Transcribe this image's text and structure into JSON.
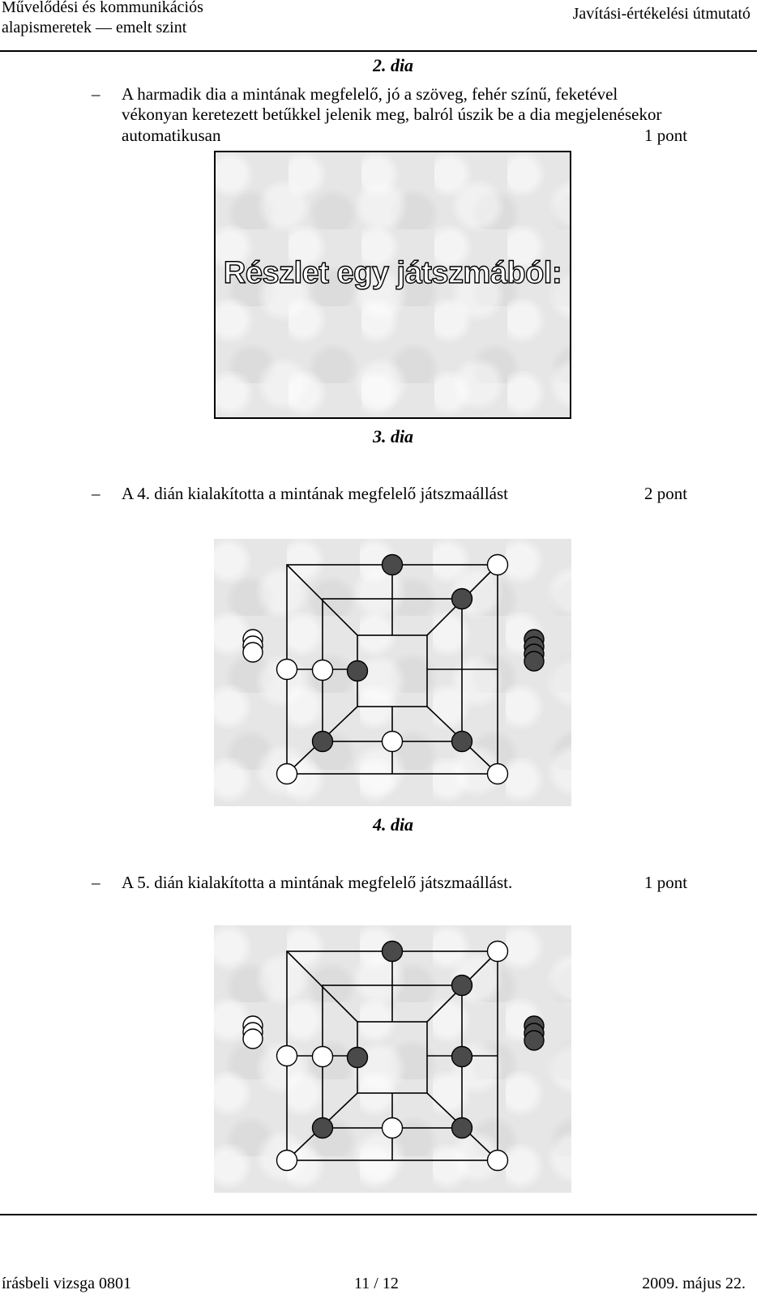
{
  "header": {
    "left_line1": "Művelődési és kommunikációs",
    "left_line2": "alapismeretek — emelt szint",
    "right": "Javítási-értékelési útmutató"
  },
  "captions": {
    "dia2": "2. dia",
    "dia3": "3. dia",
    "dia4": "4. dia"
  },
  "items": [
    {
      "dash": "–",
      "lines": [
        "A harmadik dia a mintának megfelelő, jó a szöveg, fehér színű, feketével",
        "vékonyan keretezett betűkkel jelenik meg, balról úszik be a dia megjelenésekor",
        "automatikusan"
      ],
      "points": "1 pont"
    },
    {
      "dash": "–",
      "text": "A 4. dián kialakította a mintának megfelelő játszmaállást",
      "points": "2 pont"
    },
    {
      "dash": "–",
      "text": "A 5. dián kialakította a mintának megfelelő játszmaállást.",
      "points": "1 pont"
    }
  ],
  "slide3": {
    "title": "Részlet egy játszmából:"
  },
  "colors": {
    "black_piece": "#4a4a4a",
    "white_piece": "#ffffff",
    "slide_bg": "#e6e6e6"
  },
  "boards": [
    {
      "name": "dia4",
      "pieces": [
        {
          "pos": "outer-top-mid",
          "color": "black"
        },
        {
          "pos": "outer-top-right",
          "color": "white"
        },
        {
          "pos": "mid-top-right",
          "color": "black"
        },
        {
          "pos": "outer-mid-left",
          "color": "white"
        },
        {
          "pos": "mid-mid-left",
          "color": "white"
        },
        {
          "pos": "inner-mid-left",
          "color": "black"
        },
        {
          "pos": "mid-bottom-left",
          "color": "black"
        },
        {
          "pos": "mid-bottom-mid",
          "color": "white"
        },
        {
          "pos": "mid-bottom-right",
          "color": "black"
        },
        {
          "pos": "outer-bottom-left",
          "color": "white"
        },
        {
          "pos": "outer-bottom-right",
          "color": "white"
        }
      ],
      "reserve_white": 3,
      "reserve_black": 4
    },
    {
      "name": "dia5",
      "pieces": [
        {
          "pos": "outer-top-mid",
          "color": "black"
        },
        {
          "pos": "outer-top-right",
          "color": "white"
        },
        {
          "pos": "mid-top-right",
          "color": "black"
        },
        {
          "pos": "outer-mid-left",
          "color": "white"
        },
        {
          "pos": "mid-mid-left",
          "color": "white"
        },
        {
          "pos": "inner-mid-left",
          "color": "black"
        },
        {
          "pos": "mid-mid-right",
          "color": "black"
        },
        {
          "pos": "mid-bottom-left",
          "color": "black"
        },
        {
          "pos": "mid-bottom-mid",
          "color": "white"
        },
        {
          "pos": "mid-bottom-right",
          "color": "black"
        },
        {
          "pos": "outer-bottom-left",
          "color": "white"
        },
        {
          "pos": "outer-bottom-right",
          "color": "white"
        }
      ],
      "reserve_white": 3,
      "reserve_black": 3
    }
  ],
  "footer": {
    "left": "írásbeli vizsga 0801",
    "center": "11 / 12",
    "right": "2009. május 22."
  }
}
